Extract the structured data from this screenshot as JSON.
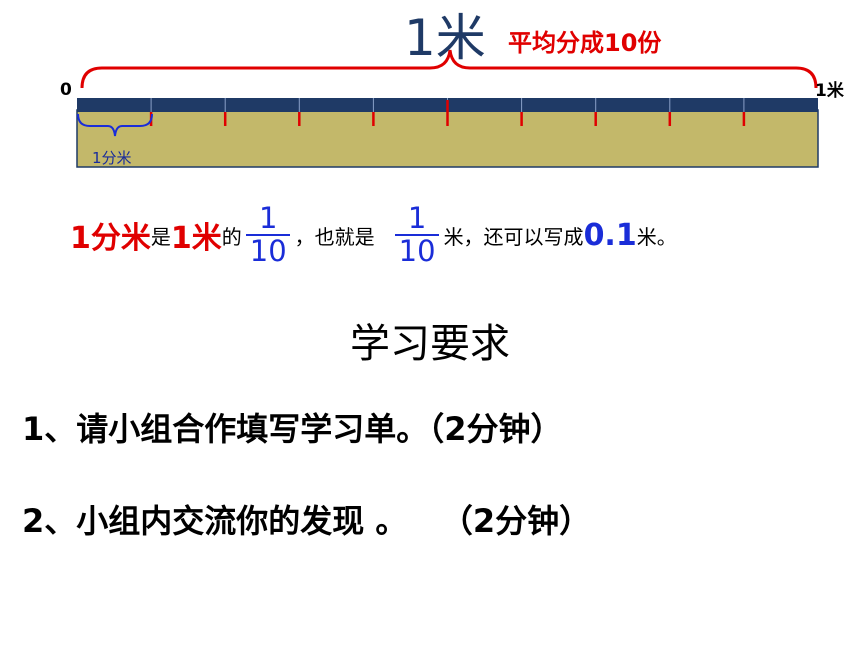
{
  "ruler": {
    "title": "1米",
    "subtitle": "平均分成10份",
    "label_start": "0",
    "label_end": "1米",
    "label_segment": "1分米",
    "colors": {
      "bar_top": "#1f3a66",
      "bar_body": "#c3b86a",
      "ticks": "#e00000",
      "brace": "#e00000",
      "small_brace": "#1a2dd8"
    }
  },
  "sentence": {
    "p1": "1分米",
    "p2": "是",
    "p3": "1米",
    "p4": "的",
    "frac1_num": "1",
    "frac1_den": "10",
    "p5": "，也就是",
    "frac2_num": "1",
    "frac2_den": "10",
    "p6": "米，还可以写成",
    "p7": "0.1",
    "p8": "米。"
  },
  "heading": "学习要求",
  "requirements": [
    "1、请小组合作填写学习单。（2分钟）",
    "2、小组内交流你的发现 。   （2分钟）"
  ]
}
